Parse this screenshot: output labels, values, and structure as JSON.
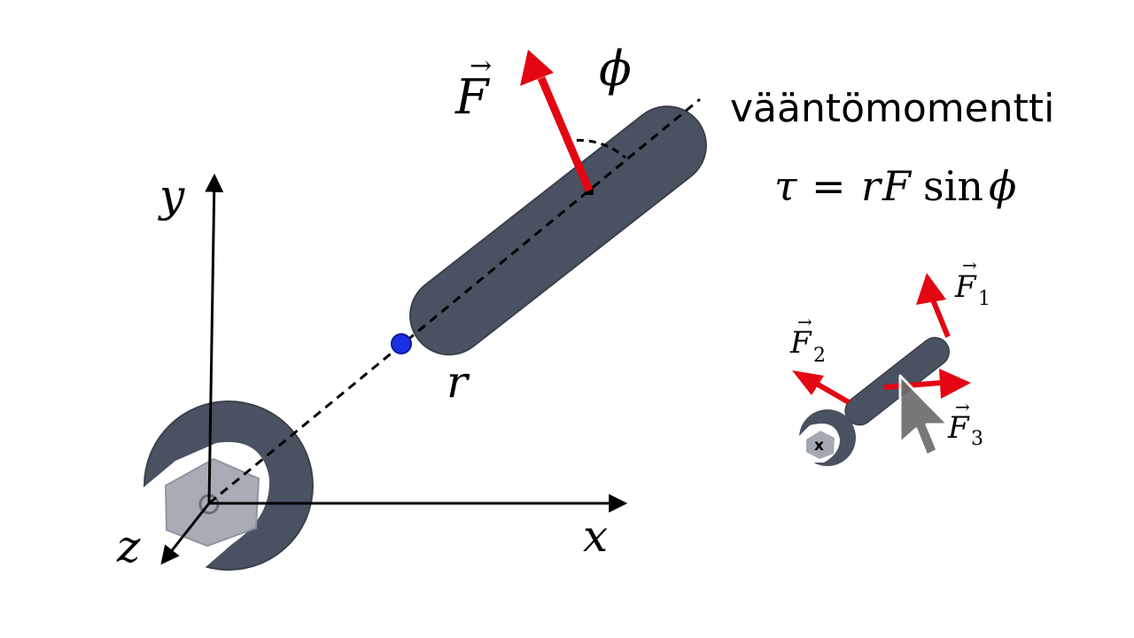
{
  "diagram": {
    "title": "vääntömomentti",
    "equation": {
      "tau": "τ",
      "equals": "=",
      "r": "r",
      "F": "F",
      "sin": "sin",
      "phi": "ϕ"
    },
    "force_label": "F",
    "angle_label": "ϕ",
    "lever_label": "r",
    "axes": {
      "x": "x",
      "y": "y",
      "z": "z"
    },
    "mini": {
      "f1": {
        "name": "F",
        "sub": "1"
      },
      "f2": {
        "name": "F",
        "sub": "2"
      },
      "f3": {
        "name": "F",
        "sub": "3"
      },
      "nut_mark": "x"
    },
    "vector_arrow": "→"
  },
  "colors": {
    "wrench": "#4a5160",
    "wrench_stroke": "#3a404c",
    "force": "#e30613",
    "axis": "#000000",
    "center_dot": "#1a2fe0",
    "nut": "#a3a8b2",
    "cursor": "#6d6d6d"
  }
}
